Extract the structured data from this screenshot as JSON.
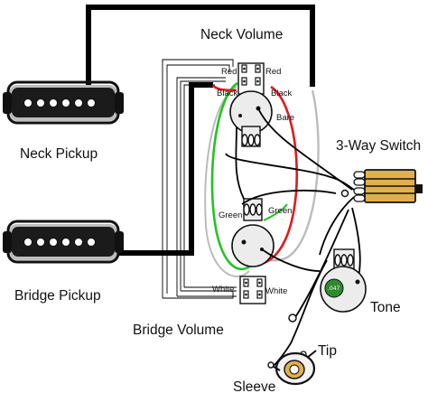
{
  "labels": {
    "neck_volume": "Neck Volume",
    "neck_pickup": "Neck Pickup",
    "bridge_pickup": "Bridge Pickup",
    "bridge_volume": "Bridge Volume",
    "three_way_switch": "3-Way Switch",
    "tone": "Tone",
    "tip": "Tip",
    "sleeve": "Sleeve"
  },
  "wire_labels": {
    "neck_red_left": "Red",
    "neck_red_right": "Red",
    "neck_black_left": "Black",
    "neck_black_right": "Black",
    "neck_bare": "Bare",
    "bridge_green_left": "Green",
    "bridge_green_right": "Green",
    "bridge_white_left": "White",
    "bridge_white_right": "White"
  },
  "capacitor_value": ".047",
  "wire_colors": {
    "hot": "#000000",
    "red": "#e01b1b",
    "green": "#22c322",
    "bare": "#a8a8a8",
    "switch_blades": "#e0b04a"
  },
  "icons": {
    "neck_pickup": "humbucker-pickup-icon",
    "bridge_pickup": "humbucker-pickup-icon",
    "neck_volume": "potentiometer-icon",
    "bridge_volume": "potentiometer-icon",
    "tone": "potentiometer-icon",
    "switch": "toggle-switch-icon",
    "capacitor": "capacitor-icon",
    "jack": "output-jack-icon"
  }
}
